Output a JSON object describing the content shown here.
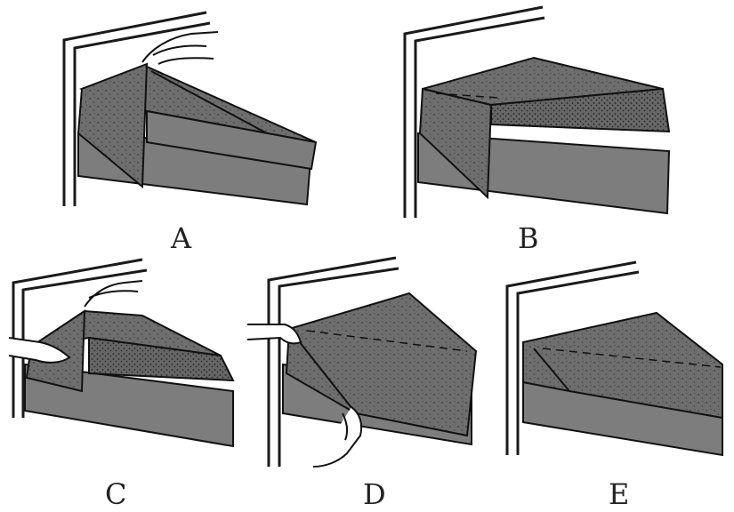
{
  "figure": {
    "panels": [
      {
        "id": "A",
        "label": "A"
      },
      {
        "id": "B",
        "label": "B"
      },
      {
        "id": "C",
        "label": "C"
      },
      {
        "id": "D",
        "label": "D"
      },
      {
        "id": "E",
        "label": "E"
      }
    ]
  },
  "colors": {
    "sheet": "#6e6e6e",
    "sheet_dark": "#555555",
    "mattress_front": "#7d7d7d",
    "frame": "#1a1a1a",
    "background": "#ffffff"
  }
}
